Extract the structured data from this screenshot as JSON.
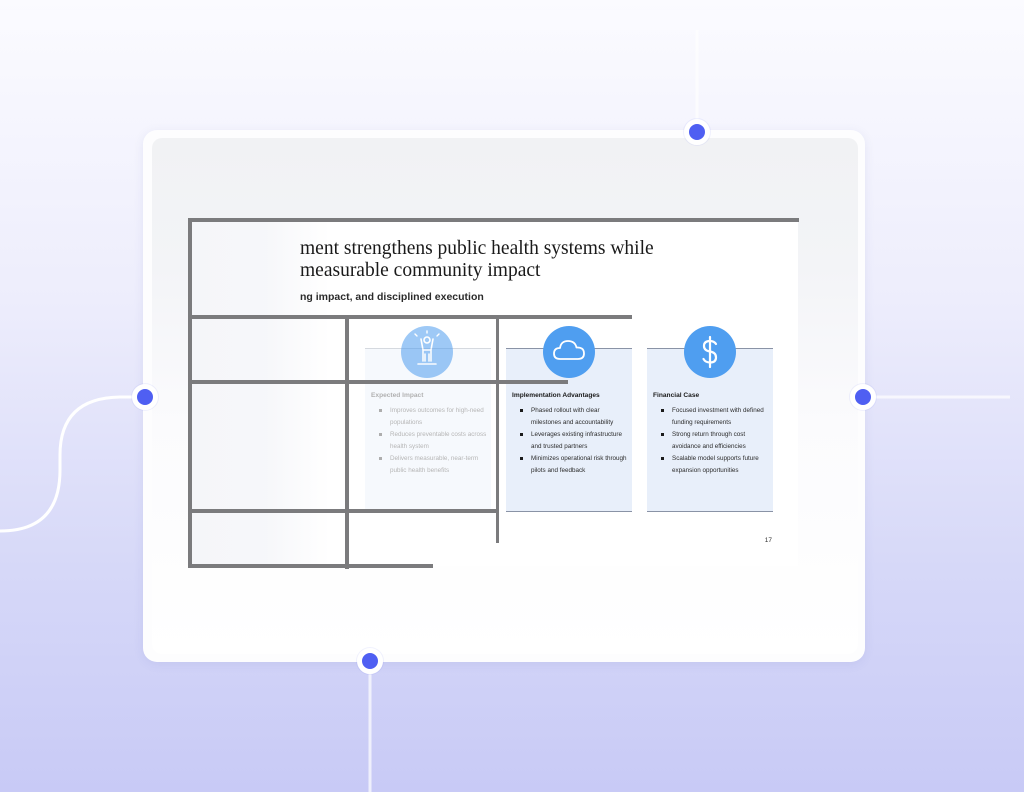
{
  "slide": {
    "title_line1": "ment strengthens public health systems while",
    "title_line2": "measurable community impact",
    "subtitle": "ng impact, and disciplined execution",
    "page_number": "17",
    "cards": [
      {
        "icon": "person-raising-arms-icon",
        "heading": "Expected Impact",
        "bullets": [
          "Improves outcomes for high-need populations",
          "Reduces preventable costs across health system",
          "Delivers measurable, near-term public health benefits"
        ]
      },
      {
        "icon": "cloud-icon",
        "heading": "Implementation Advantages",
        "bullets": [
          "Phased rollout with clear milestones and accountability",
          "Leverages existing infrastructure and trusted partners",
          "Minimizes operational risk through pilots and feedback"
        ]
      },
      {
        "icon": "dollar-sign-icon",
        "heading": "Financial Case",
        "bullets": [
          "Focused investment with defined funding requirements",
          "Strong return through cost avoidance and efficiencies",
          "Scalable model supports future expansion opportunities"
        ]
      }
    ]
  },
  "colors": {
    "accent": "#4f5ff2",
    "icon_circle": "#4f9ef0",
    "card_fill": "#e8effa",
    "grid_lines": "#7b7b7d"
  }
}
